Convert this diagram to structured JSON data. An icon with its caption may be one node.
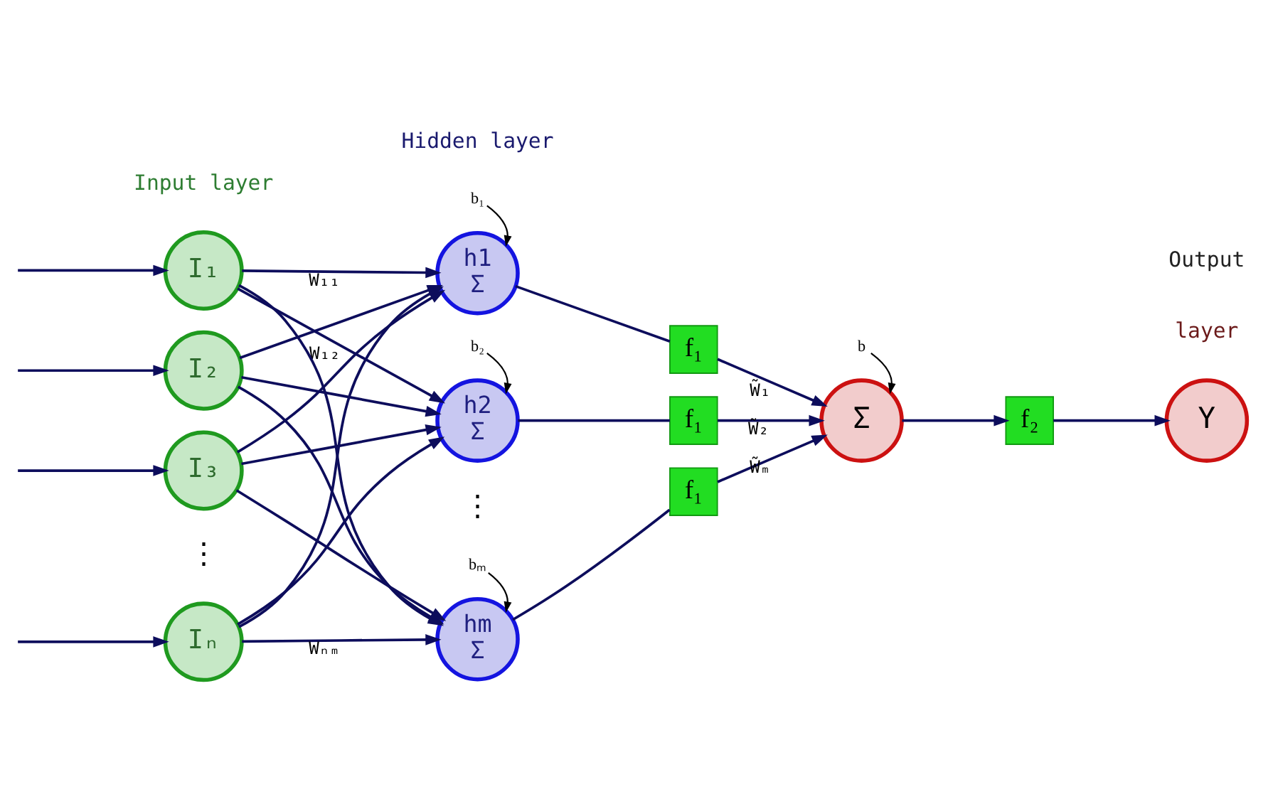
{
  "diagram": {
    "nodes": [
      {
        "text": [
          "I₁"
        ]
      },
      {
        "text": [
          "I₂"
        ]
      },
      {
        "text": [
          "I₃"
        ]
      },
      {
        "text": [
          "Iₙ"
        ]
      },
      {
        "text": [
          "h1",
          "Σ"
        ]
      },
      {
        "text": [
          "h2",
          "Σ"
        ]
      },
      {
        "text": [
          "hm",
          "Σ"
        ]
      },
      {
        "text": [
          "f₁"
        ]
      },
      {
        "text": [
          "f₁"
        ]
      },
      {
        "text": [
          "f₁"
        ]
      },
      {
        "text": [
          "Σ"
        ]
      },
      {
        "text": [
          "f₂"
        ]
      },
      {
        "text": [
          "Y"
        ]
      },
      {
        "text": [
          "b₁"
        ]
      },
      {
        "text": [
          "b₂"
        ]
      },
      {
        "text": [
          "bₘ"
        ]
      },
      {
        "text": [
          "b"
        ]
      }
    ],
    "edges": [
      {
        "from": null,
        "to": 0,
        "arrow": "to"
      },
      {
        "from": null,
        "to": 1,
        "arrow": "to"
      },
      {
        "from": null,
        "to": 2,
        "arrow": "to"
      },
      {
        "from": null,
        "to": 3,
        "arrow": "to"
      },
      {
        "from": 0,
        "to": 4,
        "arrow": "to",
        "label": "W₁₁"
      },
      {
        "from": 0,
        "to": 5,
        "arrow": "to",
        "label": "W₁₂"
      },
      {
        "from": 0,
        "to": 6,
        "arrow": "to"
      },
      {
        "from": 1,
        "to": 4,
        "arrow": "to"
      },
      {
        "from": 1,
        "to": 5,
        "arrow": "to"
      },
      {
        "from": 1,
        "to": 6,
        "arrow": "to"
      },
      {
        "from": 2,
        "to": 4,
        "arrow": "to"
      },
      {
        "from": 2,
        "to": 5,
        "arrow": "to"
      },
      {
        "from": 2,
        "to": 6,
        "arrow": "to"
      },
      {
        "from": 3,
        "to": 4,
        "arrow": "to"
      },
      {
        "from": 3,
        "to": 5,
        "arrow": "to"
      },
      {
        "from": 3,
        "to": 6,
        "arrow": "to",
        "label": "Wₙₘ"
      },
      {
        "from": 4,
        "to": 7,
        "arrow": "none"
      },
      {
        "from": 5,
        "to": 8,
        "arrow": "none"
      },
      {
        "from": 6,
        "to": 9,
        "arrow": "none"
      },
      {
        "from": 7,
        "to": 10,
        "arrow": "to",
        "label": "W̃₁"
      },
      {
        "from": 8,
        "to": 10,
        "arrow": "to",
        "label": "W̃₂"
      },
      {
        "from": 9,
        "to": 10,
        "arrow": "to",
        "label": "W̃ₘ"
      },
      {
        "from": 10,
        "to": 11,
        "arrow": "to"
      },
      {
        "from": 11,
        "to": 12,
        "arrow": "to"
      },
      {
        "from": 13,
        "to": 4,
        "arrow": "to",
        "color": "#000000"
      },
      {
        "from": 14,
        "to": 5,
        "arrow": "to",
        "color": "#000000"
      },
      {
        "from": 15,
        "to": 6,
        "arrow": "to",
        "color": "#000000"
      },
      {
        "from": 16,
        "to": 10,
        "arrow": "to",
        "color": "#000000"
      }
    ],
    "labels": [
      "Input layer",
      "Hidden layer",
      "⋮",
      "⋮",
      "Output",
      "layer"
    ]
  }
}
